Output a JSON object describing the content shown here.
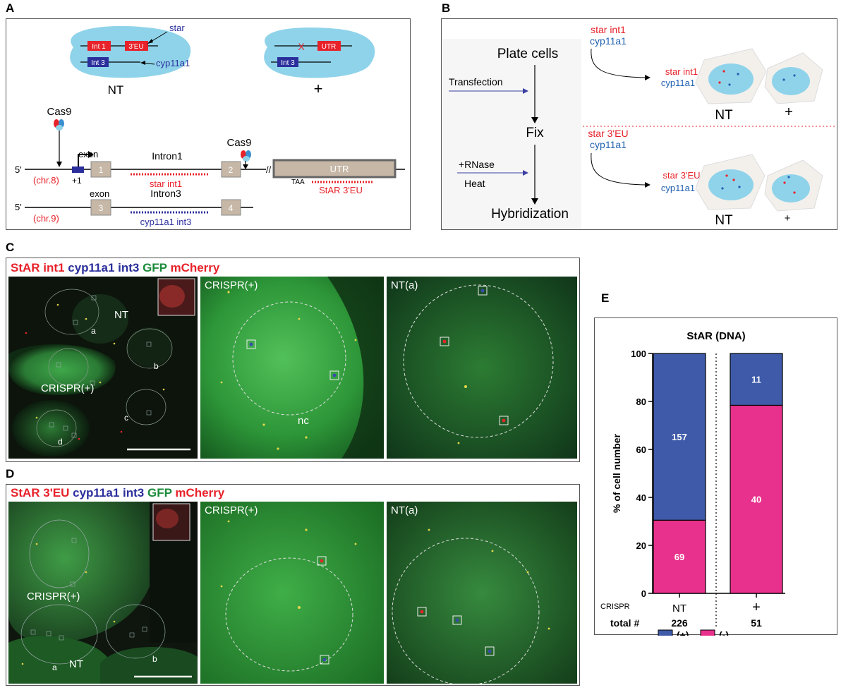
{
  "panels": {
    "a": "A",
    "b": "B",
    "c": "C",
    "d": "D",
    "e": "E"
  },
  "panel_a": {
    "nt_label": "NT",
    "plus_label": "+",
    "int1": "Int 1",
    "eu3": "3'EU",
    "int3": "Int 3",
    "x_mark": "X",
    "utr": "UTR",
    "star": "star",
    "cyp11a1": "cyp11a1",
    "cas9": "Cas9",
    "cas9_2": "Cas9",
    "five_prime": "5'",
    "five_prime_2": "5'",
    "chr8": "(chr.8)",
    "chr9": "(chr.9)",
    "plus1": "+1",
    "exon": "exon",
    "exon_2": "exon",
    "intron1": "Intron1",
    "intron3": "Intron3",
    "ex1": "1",
    "ex2": "2",
    "ex3": "3",
    "ex4": "4",
    "slashes": "//",
    "utr_big": "UTR",
    "taa": "TAA",
    "star_int1": "star int1",
    "star_3eu": "StAR 3'EU",
    "cyp_int3": "cyp11a1 int3"
  },
  "panel_b": {
    "plate": "Plate cells",
    "transfection": "Transfection",
    "fix": "Fix",
    "rnase": "+RNase",
    "heat": "Heat",
    "hybrid": "Hybridization",
    "top_star": "star int1",
    "top_cyp": "cyp11a1",
    "top_star2": "star int1",
    "top_cyp2": "cyp11a1",
    "bot_star": "star 3'EU",
    "bot_cyp": "cyp11a1",
    "bot_star2": "star 3'EU",
    "bot_cyp2": "cyp11a1",
    "nt": "NT",
    "plus": "+",
    "nt2": "NT",
    "plus2": "+"
  },
  "panel_c": {
    "title_parts": [
      {
        "t": "StAR int1 ",
        "c": "#e8222a"
      },
      {
        "t": "cyp11a1 int3 ",
        "c": "#2b2f9c"
      },
      {
        "t": "GFP ",
        "c": "#1a8a3a"
      },
      {
        "t": "mCherry",
        "c": "#e8222a"
      }
    ],
    "nt": "NT",
    "a": "a",
    "b": "b",
    "c": "c",
    "d": "d",
    "crispr": "CRISPR(+)",
    "zoom1": "CRISPR(+)",
    "zoom2": "NT(a)",
    "nc": "nc"
  },
  "panel_d": {
    "title_parts": [
      {
        "t": "StAR 3'EU ",
        "c": "#e8222a"
      },
      {
        "t": "cyp11a1 int3 ",
        "c": "#2b2f9c"
      },
      {
        "t": "GFP ",
        "c": "#1a8a3a"
      },
      {
        "t": "mCherry",
        "c": "#e8222a"
      }
    ],
    "crispr": "CRISPR(+)",
    "nt": "NT",
    "a": "a",
    "b": "b",
    "zoom1": "CRISPR(+)",
    "zoom2": "NT(a)"
  },
  "chart_data": {
    "type": "bar",
    "title": "StAR (DNA)",
    "ylabel": "% of cell number",
    "ylim": [
      0,
      100
    ],
    "yticks": [
      0,
      20,
      40,
      60,
      80,
      100
    ],
    "categories": [
      "NT",
      "+"
    ],
    "xaxis_prefix": "CRISPR",
    "totals_label": "total #",
    "totals": [
      226,
      51
    ],
    "series": [
      {
        "name": "(-)",
        "color": "#e8318c",
        "values": [
          69,
          40
        ],
        "percent": [
          30.5,
          78.4
        ]
      },
      {
        "name": "(+)",
        "color": "#3e5aa8",
        "values": [
          157,
          11
        ],
        "percent": [
          69.5,
          21.6
        ]
      }
    ]
  }
}
